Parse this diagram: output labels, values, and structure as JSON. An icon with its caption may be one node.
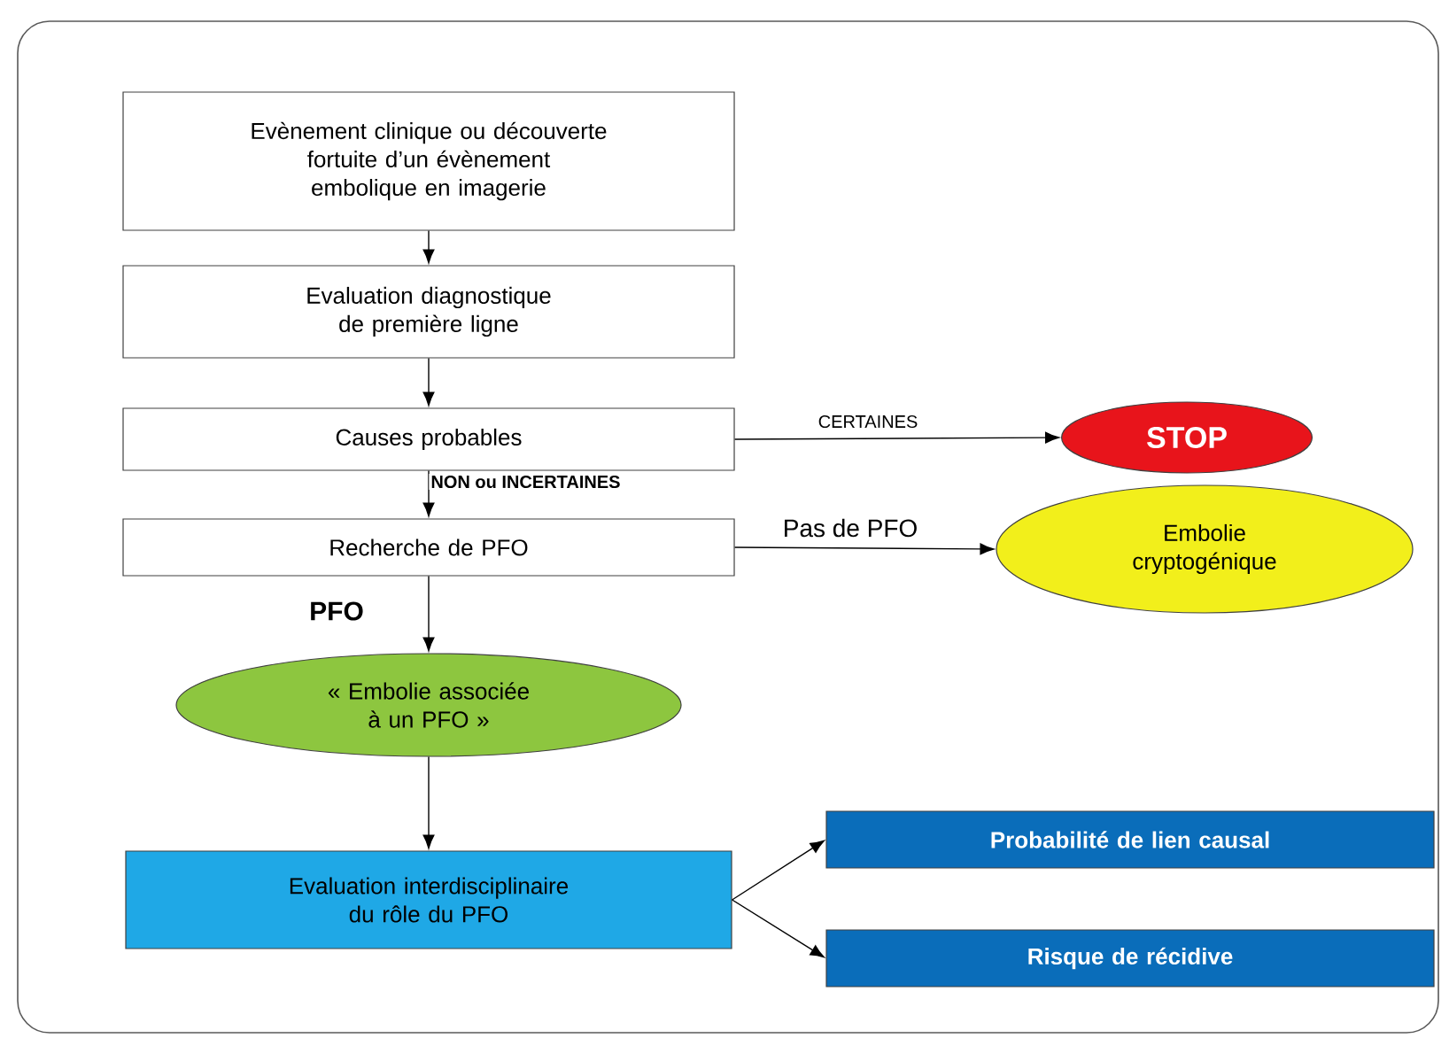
{
  "diagram": {
    "nodes": [
      {
        "text": [
          "Evènement clinique ou découverte fortuite d’un évènement embolique en imagerie"
        ]
      },
      {
        "text": [
          "Evaluation diagnostique de première ligne"
        ]
      },
      {
        "text": [
          "Causes probables"
        ]
      },
      {
        "text": [
          "Recherche de PFO"
        ]
      },
      {
        "text": [
          "STOP"
        ]
      },
      {
        "text": [
          "Embolie cryptogénique"
        ]
      },
      {
        "text": [
          "« Embolie associée à un PFO »"
        ]
      },
      {
        "text": [
          "Evaluation interdisciplinaire du rôle du PFO"
        ]
      },
      {
        "text": [
          "Probabilité de lien causal"
        ]
      },
      {
        "text": [
          "Risque de récidive"
        ]
      }
    ],
    "edges": [
      {
        "from": 0,
        "to": 1,
        "arrow": "to"
      },
      {
        "from": 1,
        "to": 2,
        "arrow": "to"
      },
      {
        "from": 2,
        "to": 3,
        "arrow": "to",
        "label": "NON ou INCERTAINES"
      },
      {
        "from": 2,
        "to": 4,
        "arrow": "to",
        "label": "CERTAINES"
      },
      {
        "from": 3,
        "to": 5,
        "arrow": "to",
        "label": "Pas de PFO"
      },
      {
        "from": 3,
        "to": 6,
        "arrow": "to",
        "label": "PFO"
      },
      {
        "from": 6,
        "to": 7,
        "arrow": "to"
      },
      {
        "from": 7,
        "to": 8,
        "arrow": "to"
      },
      {
        "from": 7,
        "to": 9,
        "arrow": "to"
      }
    ]
  }
}
